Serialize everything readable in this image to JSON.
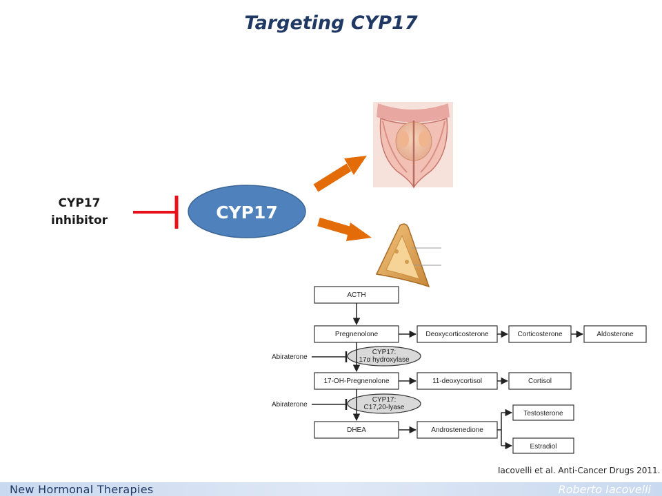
{
  "slide": {
    "title": "Targeting CYP17",
    "inhibitor_label_line1": "CYP17",
    "inhibitor_label_line2": "inhibitor",
    "enzyme_label": "CYP17",
    "citation": "Iacovelli et al. Anti-Cancer Drugs 2011."
  },
  "footer": {
    "left": "New Hormonal Therapies",
    "right": "Roberto Iacovelli"
  },
  "colors": {
    "title": "#1f3864",
    "enzyme_fill": "#4f81bd",
    "arrow": "#e36c09",
    "inhibitor": "#e8101a"
  },
  "pathway": {
    "acth": "ACTH",
    "pregnenolone": "Pregnenolone",
    "deoxycorticosterone": "Deoxycorticosterone",
    "corticosterone": "Corticosterone",
    "aldosterone": "Aldosterone",
    "abiraterone_1": "Abiraterone",
    "enzyme_1_line1": "CYP17:",
    "enzyme_1_line2": "17α hydroxylase",
    "oh_pregnenolone": "17-OH-Pregnenolone",
    "deoxycortisol": "11-deoxycortisol",
    "cortisol": "Cortisol",
    "abiraterone_2": "Abiraterone",
    "enzyme_2_line1": "CYP17:",
    "enzyme_2_line2": "C17,20-lyase",
    "dhea": "DHEA",
    "androstenedione": "Androstenedione",
    "testosterone": "Testosterone",
    "estradiol": "Estradiol"
  },
  "icons": {
    "prostate": "prostate-anatomy-illustration",
    "adrenal": "adrenal-gland-illustration"
  }
}
